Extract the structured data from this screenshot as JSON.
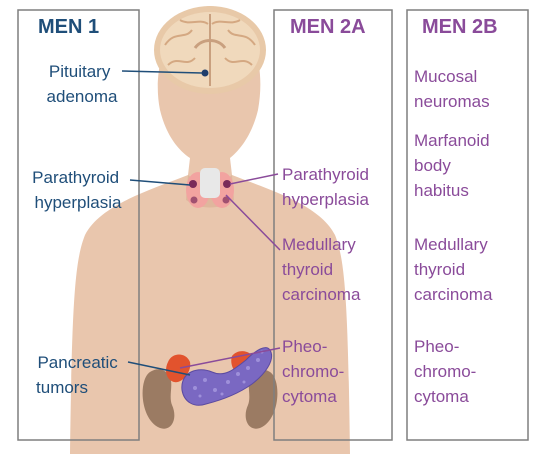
{
  "colors": {
    "men1": "#1f4e79",
    "men2": "#8a4b9a",
    "box_border": "#7f7f7f",
    "body_skin": "#e9c6ad",
    "body_shadow": "#d9ad92"
  },
  "columns": {
    "men1": {
      "title": "MEN 1",
      "labels": [
        [
          "Pituitary",
          "adenoma"
        ],
        [
          "Parathyroid",
          "hyperplasia"
        ],
        [
          "Pancreatic",
          "tumors"
        ]
      ]
    },
    "men2a": {
      "title": "MEN 2A",
      "labels": [
        [
          "Parathyroid",
          "hyperplasia"
        ],
        [
          "Medullary",
          "thyroid",
          "carcinoma"
        ],
        [
          "Pheo-",
          "chromo-",
          "cytoma"
        ]
      ]
    },
    "men2b": {
      "title": "MEN 2B",
      "labels": [
        [
          "Mucosal",
          "neuromas"
        ],
        [
          "Marfanoid",
          "body",
          "habitus"
        ],
        [
          "Medullary",
          "thyroid",
          "carcinoma"
        ],
        [
          "Pheo-",
          "chromo-",
          "cytoma"
        ]
      ]
    }
  },
  "organs": {
    "brain": "brain-icon",
    "thyroid": "thyroid-parathyroid-icon",
    "pancreas": "pancreas-icon",
    "adrenals": "adrenal-gland-icon",
    "kidneys": "kidney-icon"
  }
}
